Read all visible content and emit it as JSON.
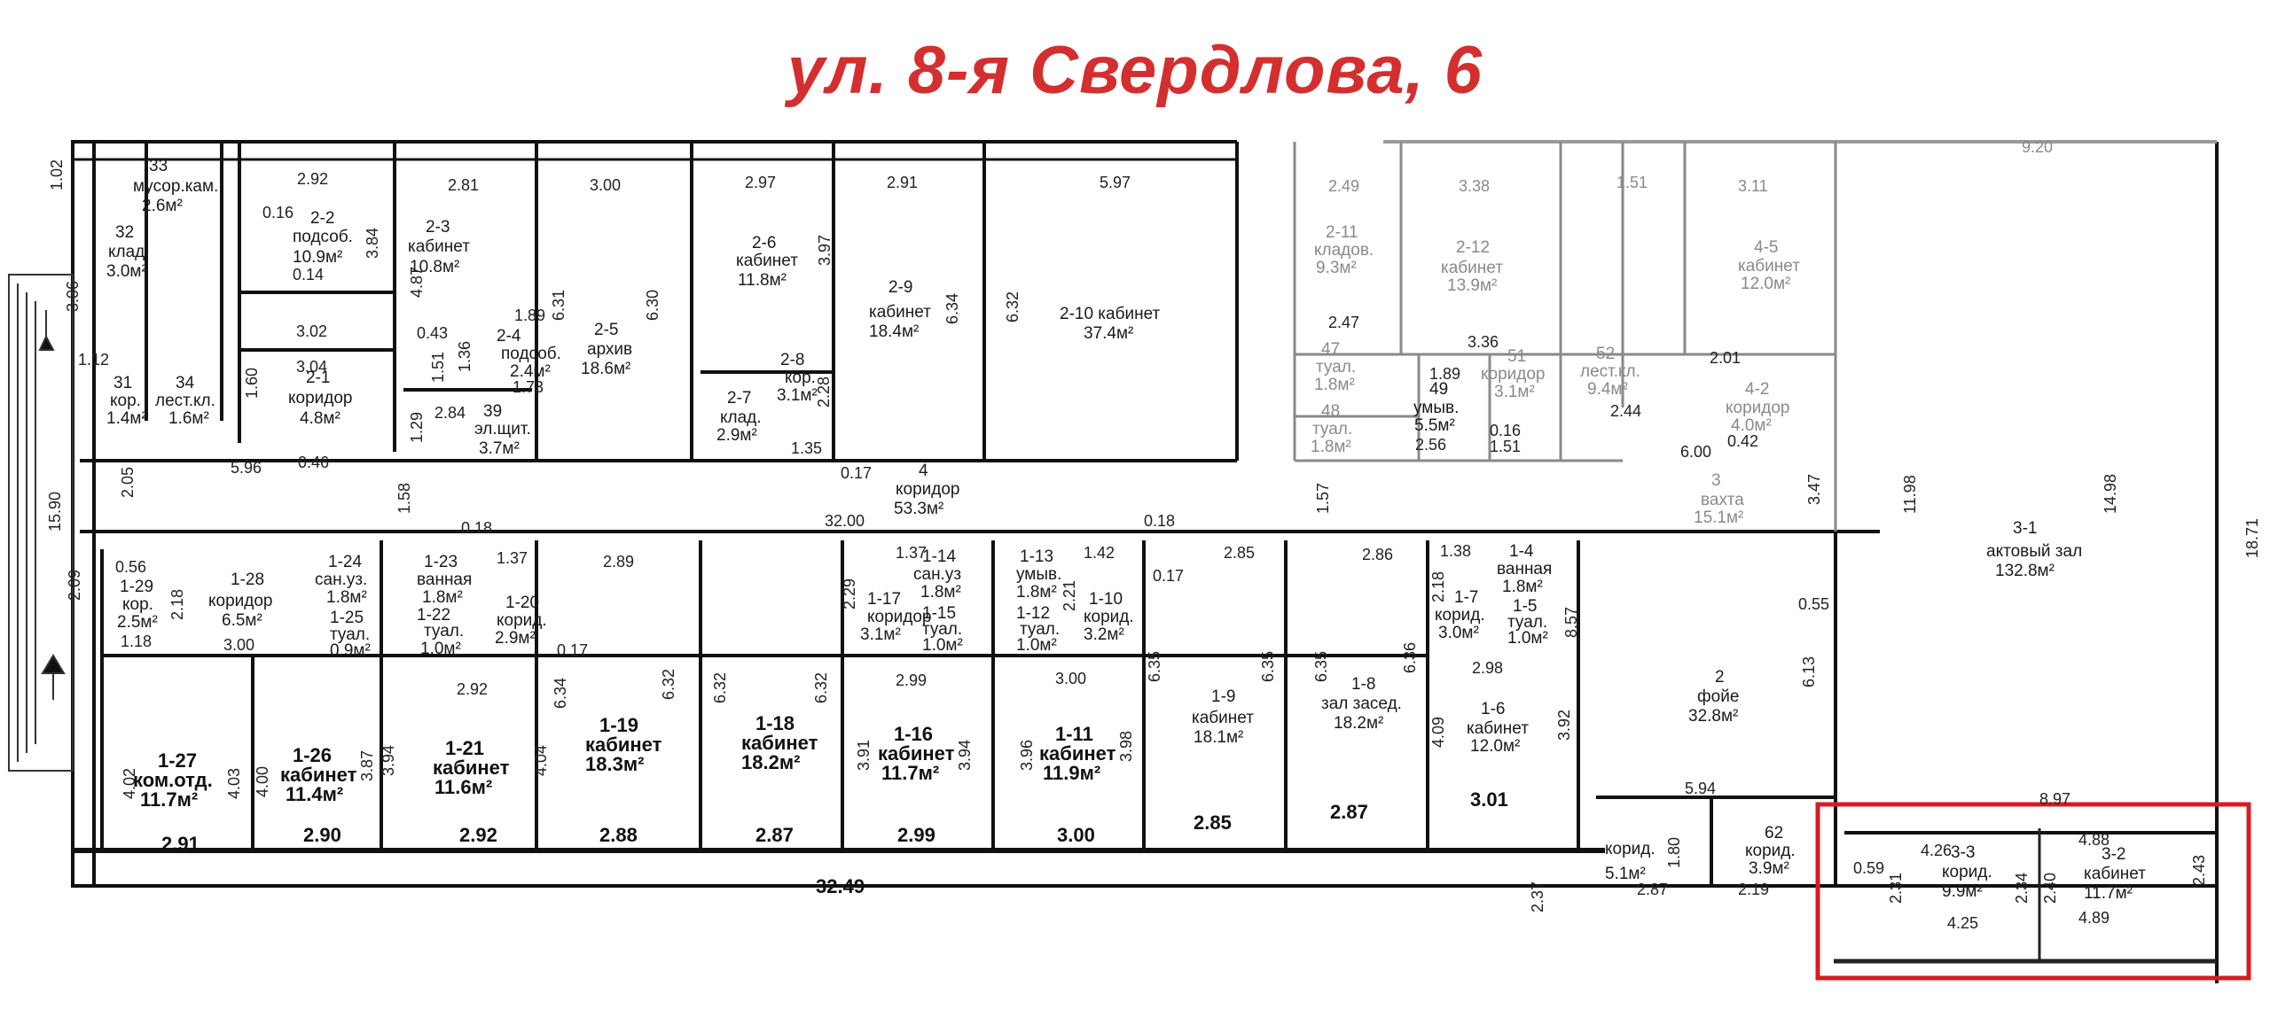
{
  "title": "ул. 8-я Свердлова, 6",
  "colors": {
    "title": "#d32f2f",
    "highlight": "#d81b24",
    "wall": "#111111",
    "faded": "#8a8a8a"
  },
  "rooms": {
    "r33": [
      "33",
      "мусор.кам.",
      "2.6м²"
    ],
    "r32": [
      "32",
      "клад.",
      "3.0м²"
    ],
    "r31": [
      "31",
      "кор.",
      "1.4м²"
    ],
    "r34": [
      "34",
      "лест.кл.",
      "1.6м²"
    ],
    "r2_2": [
      "2-2",
      "подсоб.",
      "10.9м²"
    ],
    "r2_1": [
      "2-1",
      "коридор",
      "4.8м²"
    ],
    "r2_3": [
      "2-3",
      "кабинет",
      "10.8м²"
    ],
    "r2_4": [
      "2-4",
      "подсоб.",
      "2.4м²"
    ],
    "r39": [
      "39",
      "эл.щит.",
      "3.7м²"
    ],
    "r2_5": [
      "2-5",
      "архив",
      "18.6м²"
    ],
    "r2_6": [
      "2-6",
      "кабинет",
      "11.8м²"
    ],
    "r2_7": [
      "2-7",
      "клад.",
      "2.9м²"
    ],
    "r2_8": [
      "2-8",
      "кор.",
      "3.1м²"
    ],
    "r2_9": [
      "2-9",
      "кабинет",
      "18.4м²"
    ],
    "r2_10": [
      "2-10 кабинет",
      "37.4м²"
    ],
    "r4": [
      "4",
      "коридор",
      "53.3м²"
    ],
    "r2_11": [
      "2-11",
      "кладов.",
      "9.3м²"
    ],
    "r2_12": [
      "2-12",
      "кабинет",
      "13.9м²"
    ],
    "r4_5": [
      "4-5",
      "кабинет",
      "12.0м²"
    ],
    "r47": [
      "47",
      "туал.",
      "1.8м²"
    ],
    "r48": [
      "48",
      "туал.",
      "1.8м²"
    ],
    "r49": [
      "49",
      "умыв.",
      "5.5м²"
    ],
    "r51": [
      "51",
      "коридор",
      "3.1м²"
    ],
    "r52": [
      "52",
      "лест.кл.",
      "9.4м²"
    ],
    "r4_2": [
      "4-2",
      "коридор",
      "4.0м²"
    ],
    "r3": [
      "3",
      "вахта",
      "15.1м²"
    ],
    "r3_1": [
      "3-1",
      "актовый зал",
      "132.8м²"
    ],
    "r1_29": [
      "1-29",
      "кор.",
      "2.5м²"
    ],
    "r1_28": [
      "1-28",
      "коридор",
      "6.5м²"
    ],
    "r1_24": [
      "1-24",
      "сан.уз.",
      "1.8м²"
    ],
    "r1_25": [
      "1-25",
      "туал.",
      "0.9м²"
    ],
    "r1_23": [
      "1-23",
      "ванная",
      "1.8м²"
    ],
    "r1_22": [
      "1-22",
      "туал.",
      "1.0м²"
    ],
    "r1_20": [
      "1-20",
      "корид.",
      "2.9м²"
    ],
    "r1_14": [
      "1-14",
      "сан.уз",
      "1.8м²"
    ],
    "r1_17": [
      "1-17",
      "коридор",
      "3.1м²"
    ],
    "r1_15": [
      "1-15",
      "туал.",
      "1.0м²"
    ],
    "r1_13": [
      "1-13",
      "умыв.",
      "1.8м²"
    ],
    "r1_12": [
      "1-12",
      "туал.",
      "1.0м²"
    ],
    "r1_10": [
      "1-10",
      "корид.",
      "3.2м²"
    ],
    "r1_7": [
      "1-7",
      "корид.",
      "3.0м²"
    ],
    "r1_4": [
      "1-4",
      "ванная",
      "1.8м²"
    ],
    "r1_5": [
      "1-5",
      "туал.",
      "1.0м²"
    ],
    "r1_27": [
      "1-27",
      "ком.отд.",
      "11.7м²"
    ],
    "r1_26": [
      "1-26",
      "кабинет",
      "11.4м²"
    ],
    "r1_21": [
      "1-21",
      "кабинет",
      "11.6м²"
    ],
    "r1_19": [
      "1-19",
      "кабинет",
      "18.3м²"
    ],
    "r1_18": [
      "1-18",
      "кабинет",
      "18.2м²"
    ],
    "r1_16": [
      "1-16",
      "кабинет",
      "11.7м²"
    ],
    "r1_11": [
      "1-11",
      "кабинет",
      "11.9м²"
    ],
    "r1_9": [
      "1-9",
      "кабинет",
      "18.1м²"
    ],
    "r1_8": [
      "1-8",
      "зал засед.",
      "18.2м²"
    ],
    "r1_6": [
      "1-6",
      "кабинет",
      "12.0м²"
    ],
    "r2": [
      "2",
      "фойе",
      "32.8м²"
    ],
    "rk1": [
      "корид.",
      "5.1м²"
    ],
    "r62": [
      "62",
      "корид.",
      "3.9м²"
    ],
    "r3_3": [
      "3-3",
      "корид.",
      "9.9м²"
    ],
    "r3_2": [
      "3-2",
      "кабинет",
      "11.7м²"
    ]
  },
  "dims": [
    "1.02",
    "3.06",
    "1.12",
    "2.92",
    "0.16",
    "0.14",
    "3.84",
    "3.02",
    "3.04",
    "1.60",
    "2.81",
    "4.87",
    "0.43",
    "1.89",
    "1.36",
    "1.51",
    "1.73",
    "1.29",
    "2.84",
    "3.00",
    "6.31",
    "6.30",
    "2.97",
    "3.97",
    "2.91",
    "6.34",
    "5.97",
    "6.32",
    "2.28",
    "1.35",
    "0.17",
    "0.46",
    "5.96",
    "2.05",
    "15.90",
    "1.58",
    "2.49",
    "3.38",
    "1.51",
    "3.11",
    "2.47",
    "3.36",
    "1.89",
    "2.56",
    "0.16",
    "1.51",
    "2.44",
    "2.01",
    "6.00",
    "0.42",
    "3.47",
    "0.55",
    "11.98",
    "14.98",
    "8.97",
    "18.71",
    "9.20",
    "32.00",
    "0.18",
    "1.37",
    "2.89",
    "1.37",
    "1.42",
    "0.18",
    "2.85",
    "0.17",
    "2.86",
    "1.38",
    "0.56",
    "2.09",
    "2.18",
    "1.18",
    "3.00",
    "2.92",
    "6.34",
    "6.32",
    "0.17",
    "6.32",
    "6.32",
    "2.29",
    "2.99",
    "2.21",
    "3.00",
    "6.35",
    "6.35",
    "6.35",
    "6.36",
    "2.18",
    "2.98",
    "8.57",
    "6.13",
    "4.02",
    "4.03",
    "4.00",
    "3.87",
    "3.94",
    "4.04",
    "3.91",
    "3.94",
    "3.96",
    "3.98",
    "4.09",
    "3.92",
    "2.91",
    "2.90",
    "2.92",
    "2.88",
    "2.87",
    "2.99",
    "3.00",
    "2.85",
    "2.87",
    "3.01",
    "5.94",
    "32.49",
    "2.37",
    "1.80",
    "2.87",
    "2.19",
    "0.59",
    "4.26",
    "2.31",
    "4.25",
    "2.34",
    "2.40",
    "4.88",
    "2.43",
    "4.89",
    "1.57"
  ]
}
